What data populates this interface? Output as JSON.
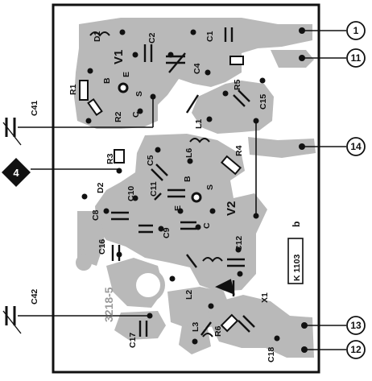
{
  "labels": {
    "D1": "D1",
    "C2": "C2",
    "C1": "C1",
    "V1": "V1",
    "C4": "C4",
    "B1": "B",
    "E1": "E",
    "S1": "S",
    "R1": "R1",
    "R2": "R2",
    "C1b": "C",
    "R5": "R5",
    "C15": "C15",
    "L1": "L1",
    "C41": "C41",
    "R3": "R3",
    "C5": "C5",
    "L6": "L6",
    "R4": "R4",
    "D2": "D2",
    "C10": "C10",
    "C11": "C11",
    "B2": "B",
    "S2": "S",
    "V2": "V2",
    "E2": "E",
    "C8": "C8",
    "C9": "C9",
    "C2b": "C",
    "C16": "C16",
    "C12": "C12",
    "C42": "C42",
    "L2": "L2",
    "X1": "X1",
    "L3": "L3",
    "R6": "R6",
    "C17": "C17",
    "C18": "C18",
    "board_code": "3218-5",
    "ref": "K 1103",
    "ref_suffix": "b"
  },
  "pins": [
    "1",
    "11",
    "14",
    "13",
    "12"
  ],
  "marker": "4"
}
